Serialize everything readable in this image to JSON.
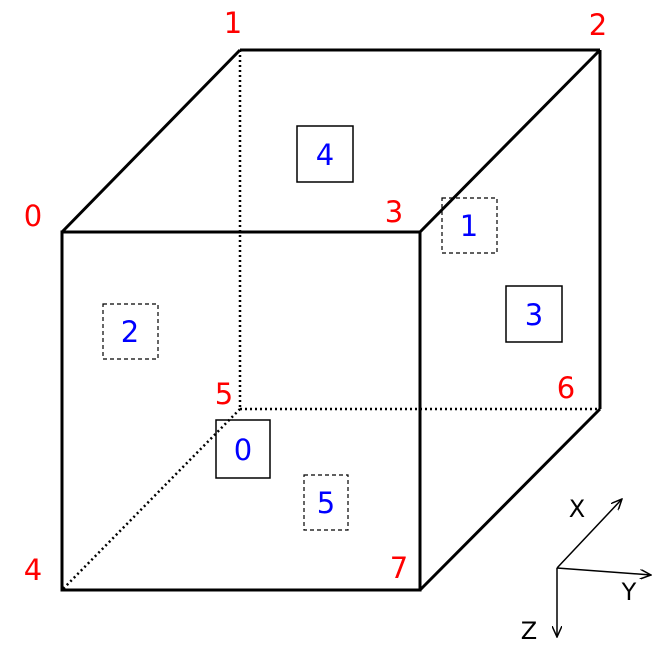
{
  "colors": {
    "vertex_label": "#ff0000",
    "face_label": "#0000ff",
    "edges": "#000000",
    "axes": "#000000"
  },
  "vertices": [
    {
      "id": "v0",
      "label": "0"
    },
    {
      "id": "v1",
      "label": "1"
    },
    {
      "id": "v2",
      "label": "2"
    },
    {
      "id": "v3",
      "label": "3"
    },
    {
      "id": "v4",
      "label": "4"
    },
    {
      "id": "v5",
      "label": "5"
    },
    {
      "id": "v6",
      "label": "6"
    },
    {
      "id": "v7",
      "label": "7"
    }
  ],
  "faces": [
    {
      "id": "f0",
      "label": "0",
      "border": "solid"
    },
    {
      "id": "f1",
      "label": "1",
      "border": "dashed"
    },
    {
      "id": "f2",
      "label": "2",
      "border": "dashed"
    },
    {
      "id": "f3",
      "label": "3",
      "border": "solid"
    },
    {
      "id": "f4",
      "label": "4",
      "border": "solid"
    },
    {
      "id": "f5",
      "label": "5",
      "border": "dashed"
    }
  ],
  "axes": {
    "x": "X",
    "y": "Y",
    "z": "Z"
  }
}
